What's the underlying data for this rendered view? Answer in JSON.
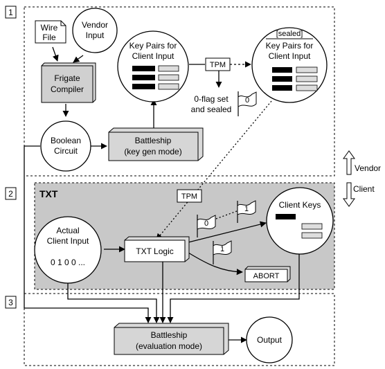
{
  "section_numbers": [
    "1",
    "2",
    "3"
  ],
  "txt_title": "TXT",
  "nodes": {
    "wire_file": [
      "Wire",
      "File"
    ],
    "vendor_input": [
      "Vendor",
      "Input"
    ],
    "frigate_compiler": [
      "Frigate",
      "Compiler"
    ],
    "boolean_circuit": [
      "Boolean",
      "Circuit"
    ],
    "battleship_keygen": [
      "Battleship",
      "(key gen mode)"
    ],
    "key_pairs": [
      "Key Pairs for",
      "Client Input"
    ],
    "tpm_top": "TPM",
    "sealed_tag": "[sealed]",
    "sealed_key_pairs": [
      "Key Pairs for",
      "Client Input"
    ],
    "flag_note": [
      "0-flag set",
      "and sealed"
    ],
    "flag_zero_top": "0",
    "tpm_mid": "TPM",
    "actual_client_input": [
      "Actual",
      "Client Input"
    ],
    "client_bits": "0 1 0 0 ...",
    "txt_logic": "TXT Logic",
    "flag_zero_mid": "0",
    "flag_one_mid": "1",
    "flag_one_low": "1",
    "abort": "ABORT",
    "client_keys": "Client Keys",
    "battleship_eval": [
      "Battleship",
      "(evaluation mode)"
    ],
    "output": "Output"
  },
  "legend": {
    "vendor": "Vendor",
    "client": "Client"
  }
}
